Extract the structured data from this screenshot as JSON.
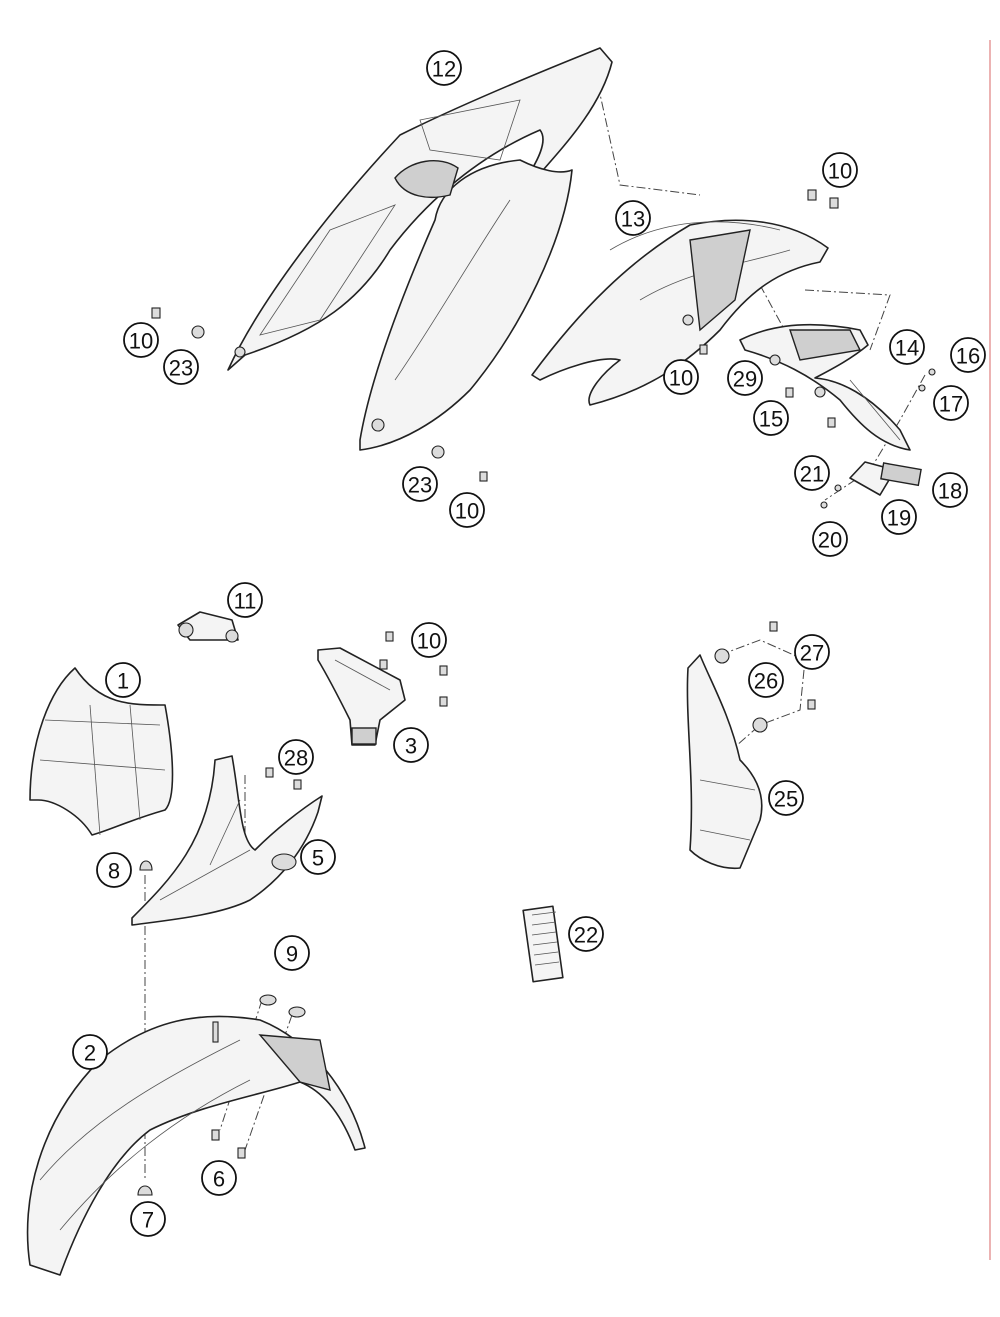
{
  "callouts": [
    "1",
    "2",
    "3",
    "5",
    "6",
    "7",
    "8",
    "9",
    "10",
    "11",
    "12",
    "13",
    "14",
    "15",
    "16",
    "17",
    "18",
    "19",
    "20",
    "21",
    "22",
    "23",
    "25",
    "26",
    "27",
    "28",
    "29"
  ],
  "colors": {
    "line": "#222222",
    "fill": "#f4f4f4",
    "margin_line": "#e08080"
  }
}
